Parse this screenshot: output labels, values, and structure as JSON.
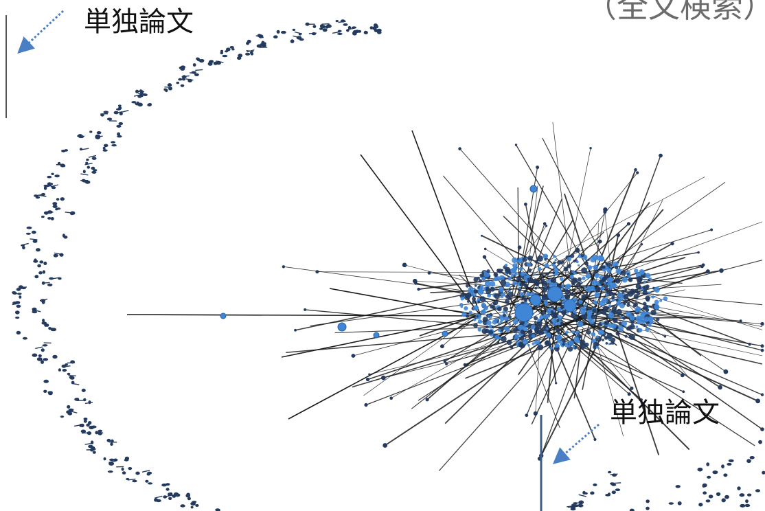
{
  "labels": {
    "top_left": "単独論文",
    "bottom_right": "単独論文",
    "corner_partial": "（全文検索）"
  },
  "colors": {
    "background": "#ffffff",
    "edge": "#1a1a1a",
    "node_dark": "#243a5e",
    "node_blue": "#3f86d6",
    "arrow": "#4a7fc4",
    "rule": "#555555"
  }
}
